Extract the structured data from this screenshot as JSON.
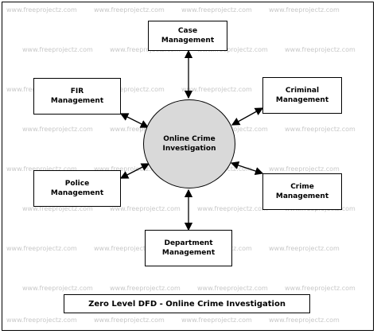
{
  "watermark": "www.freeprojectz.com",
  "process": {
    "label": "Online Crime\nInvestigation"
  },
  "entities": {
    "case": "Case\nManagement",
    "fir": "FIR\nManagement",
    "criminal": "Criminal\nManagement",
    "police": "Police\nManagement",
    "crime": "Crime\nManagement",
    "department": "Department\nManagement"
  },
  "caption": "Zero Level DFD - Online Crime Investigation"
}
